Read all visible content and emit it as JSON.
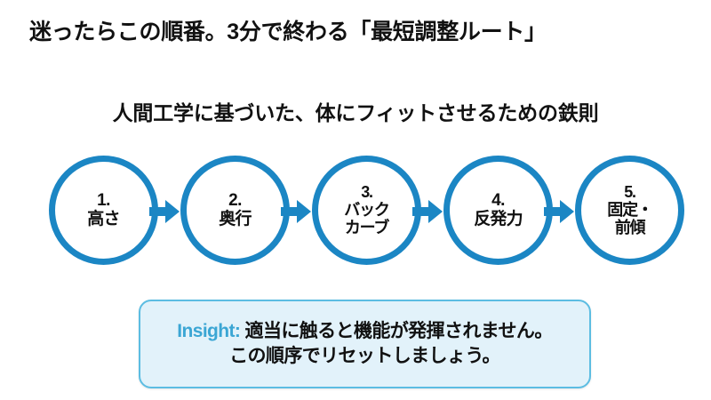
{
  "slide": {
    "title": "迷ったらこの順番。3分で終わる「最短調整ルート」",
    "subtitle": "人間工学に基づいた、体にフィットさせるための鉄則",
    "colors": {
      "circle_stroke": "#1B86C4",
      "arrow": "#1B86C4",
      "insight_fill": "#E2F2FA",
      "insight_border": "#5CBDE2",
      "insight_label": "#3BA6D4",
      "text": "#111111",
      "background": "#FFFFFF"
    }
  },
  "flow": {
    "steps": [
      {
        "number": "1.",
        "line1": "高さ",
        "line2": ""
      },
      {
        "number": "2.",
        "line1": "奥行",
        "line2": ""
      },
      {
        "number": "3.",
        "line1": "バック",
        "line2": "カーブ"
      },
      {
        "number": "4.",
        "line1": "反発力",
        "line2": ""
      },
      {
        "number": "5.",
        "line1": "固定・",
        "line2": "前傾"
      }
    ],
    "connector_icon": "arrow-right-icon"
  },
  "insight": {
    "label": "Insight:",
    "line1": "適当に触ると機能が発揮されません。",
    "line2": "この順序でリセットしましょう。"
  }
}
